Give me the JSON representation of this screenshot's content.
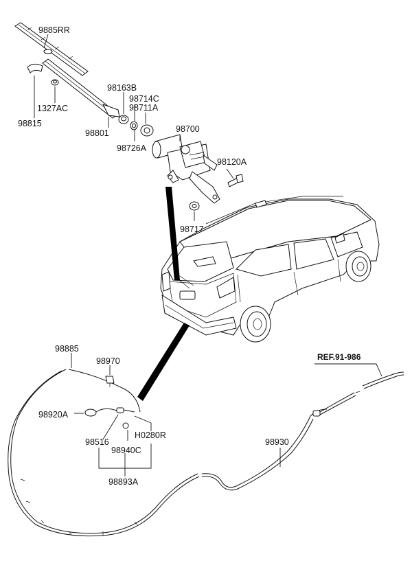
{
  "labels": {
    "p9885RR": "9885RR",
    "p98815": "98815",
    "p1327AC": "1327AC",
    "p98801": "98801",
    "p98163B": "98163B",
    "p98714C": "98714C",
    "p98711A": "98711A",
    "p98726A": "98726A",
    "p98700": "98700",
    "p98120A": "98120A",
    "p98717": "98717",
    "p98885": "98885",
    "p98970": "98970",
    "p98920A": "98920A",
    "p98516": "98516",
    "pH0280R": "H0280R",
    "p98940C": "98940C",
    "p98893A": "98893A",
    "p98930": "98930",
    "ref": "REF.91-986"
  }
}
